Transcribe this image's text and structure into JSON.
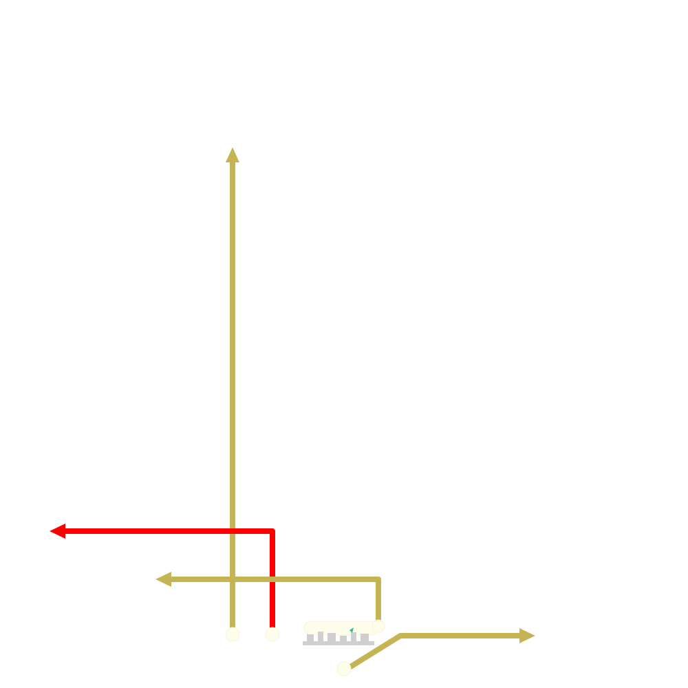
{
  "colors": {
    "background": "#ffffff",
    "arrow_gold": "#c5b454",
    "arrow_red": "#ff0000",
    "node_fill": "#fdfde9",
    "node_stroke": "#f5f5d8",
    "accent_green": "#2fbf8f",
    "grey_mark": "#cfcfcf"
  },
  "diagram": {
    "arrows": [
      {
        "id": "arrow-up",
        "color": "gold"
      },
      {
        "id": "arrow-left-red",
        "color": "red"
      },
      {
        "id": "arrow-left-gold",
        "color": "gold"
      },
      {
        "id": "arrow-right-gold",
        "color": "gold"
      }
    ],
    "nodes": [
      {
        "id": "node-left"
      },
      {
        "id": "node-middle"
      },
      {
        "id": "node-cluster"
      },
      {
        "id": "node-bottom"
      }
    ]
  }
}
